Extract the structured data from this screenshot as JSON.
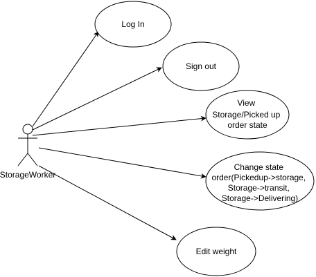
{
  "actor": {
    "name": "StorageWorker"
  },
  "use_cases": [
    {
      "id": "log-in",
      "lines": [
        "Log In"
      ]
    },
    {
      "id": "sign-out",
      "lines": [
        "Sign out"
      ]
    },
    {
      "id": "view-state",
      "lines": [
        "View",
        "Storage/Picked up",
        "order state"
      ]
    },
    {
      "id": "change-state",
      "lines": [
        "Change state",
        "order(Pickedup->storage,",
        "Storage->transit,",
        "Storage->Delivering)"
      ]
    },
    {
      "id": "edit-weight",
      "lines": [
        "Edit weight"
      ]
    }
  ],
  "colors": {
    "stroke": "#000000",
    "fill": "#ffffff",
    "text": "#000000"
  }
}
